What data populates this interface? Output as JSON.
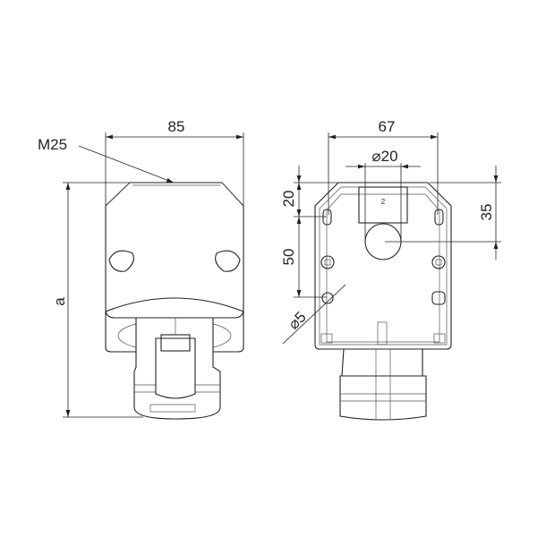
{
  "front_view": {
    "width_dim": "85",
    "thread_label": "M25",
    "height_dim": "a"
  },
  "rear_view": {
    "width_dim": "67",
    "hole_dim": "⌀20",
    "top_offset_dim": "20",
    "hole_spacing_dim": "50",
    "hole_center_dim": "35",
    "mount_hole_dim": "⌀5",
    "terminal_marking": "2"
  }
}
